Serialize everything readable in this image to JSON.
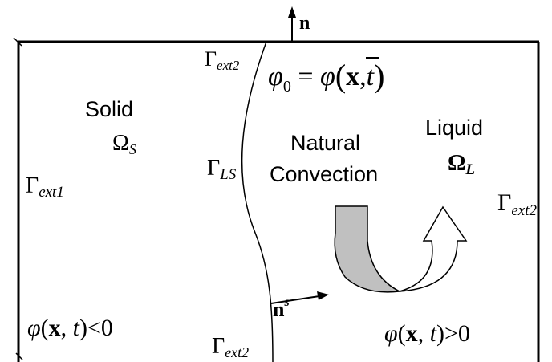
{
  "normal_label": "n",
  "domain_outline": {
    "stroke": "#000000"
  },
  "gamma_ext2_top": {
    "sym": "Γ",
    "sub": "ext2"
  },
  "phi0_equation": {
    "lhs": "φ",
    "lhs_sub": "0",
    "eq": " = ",
    "func": "φ",
    "open": "(",
    "xbar": "x",
    "comma_t": ",",
    "t": "t",
    "close": ")"
  },
  "solid": {
    "label": "Solid",
    "omega": "Ω",
    "omega_sub": "S"
  },
  "gamma_ext1": {
    "sym": "Γ",
    "sub": "ext1"
  },
  "gamma_ls": {
    "sym": "Γ",
    "sub": "LS"
  },
  "natural_convection": {
    "line1": "Natural",
    "line2": "Convection"
  },
  "liquid": {
    "label": "Liquid",
    "omega": "Ω",
    "omega_sub": "L"
  },
  "gamma_ext2_right": {
    "sym": "Γ",
    "sub": "ext2"
  },
  "interface_normal": {
    "base": "n",
    "sup": "s"
  },
  "phi_solid": {
    "func": "φ",
    "open": "(",
    "x": "x",
    "comma": ", ",
    "t": "t",
    "close": ")",
    "rel": "<0"
  },
  "phi_liquid": {
    "func": "φ",
    "open": "(",
    "x": "x",
    "comma": ", ",
    "t": "t",
    "close": ")",
    "rel": ">0"
  },
  "gamma_ext2_bottom": {
    "sym": "Γ",
    "sub": "ext2"
  },
  "convection_arrow": {
    "fill": "#c0c0c0",
    "head_fill": "#ffffff"
  }
}
